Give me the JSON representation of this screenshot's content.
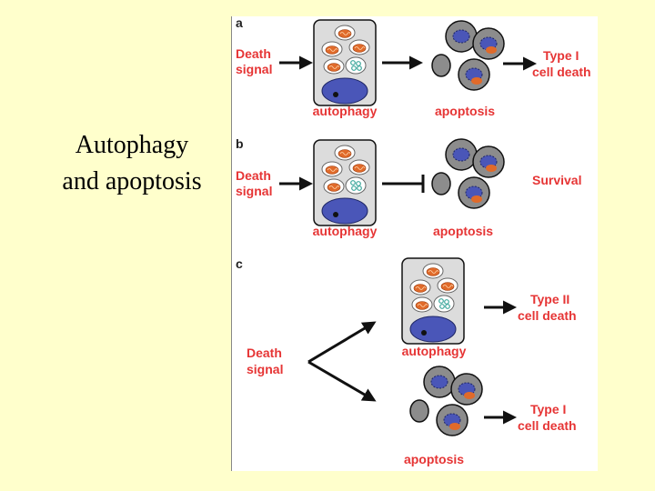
{
  "slide": {
    "title_line1": "Autophagy",
    "title_line2": "and apoptosis"
  },
  "figure": {
    "colors": {
      "red_text": "#e63535",
      "autophagy_cell": "#dcdcdc",
      "apoptotic_body": "#8c8c8c",
      "nucleus": "#4a56b8",
      "mitochondria": "#e06a2a",
      "vesicle_content": "#3aa69a"
    },
    "panels": [
      {
        "letter": "a",
        "death_signal": [
          "Death",
          "signal"
        ],
        "autophagy_label": "autophagy",
        "apoptosis_label": "apoptosis",
        "outcome": [
          "Type I",
          "cell death"
        ]
      },
      {
        "letter": "b",
        "death_signal": [
          "Death",
          "signal"
        ],
        "autophagy_label": "autophagy",
        "apoptosis_label": "apoptosis",
        "outcome": [
          "Survival"
        ]
      },
      {
        "letter": "c",
        "death_signal": [
          "Death",
          "signal"
        ],
        "autophagy_label": "autophagy",
        "apoptosis_label": "apoptosis",
        "outcome_autophagy": [
          "Type II",
          "cell death"
        ],
        "outcome_apoptosis": [
          "Type I",
          "cell death"
        ]
      }
    ]
  }
}
